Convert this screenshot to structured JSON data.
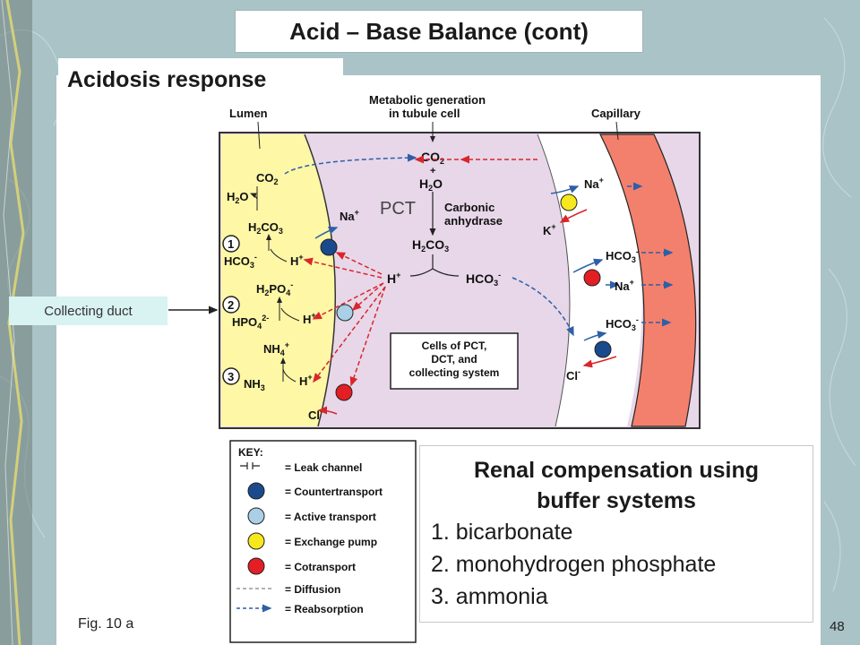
{
  "slide": {
    "title": "Acid – Base Balance (cont)",
    "subtitle": "Acidosis response",
    "callout": "Collecting duct",
    "pct_label": "PCT",
    "fig_label": "Fig. 10 a",
    "page_number": "48"
  },
  "diagram": {
    "lumen_label": "Lumen",
    "metabolic_label_1": "Metabolic generation",
    "metabolic_label_2": "in tubule cell",
    "capillary_label": "Capillary",
    "carbonic_1": "Carbonic",
    "carbonic_2": "anhydrase",
    "cells_label_1": "Cells of PCT,",
    "cells_label_2": "DCT, and",
    "cells_label_3": "collecting system",
    "markers": [
      "1",
      "2",
      "3"
    ],
    "colors": {
      "lumen": "#fdf7a6",
      "cell": "#e7d7e9",
      "capillary": "#f3806c",
      "countertransport": "#1a4a8c",
      "active_transport": "#a9d0e6",
      "exchange_pump": "#f6e81c",
      "cotransport": "#e31e24",
      "reabsorption": "#2e5fa8",
      "red_arrow": "#d9262b"
    }
  },
  "key": {
    "title": "KEY:",
    "items": [
      {
        "label": "= Leak channel",
        "type": "leak"
      },
      {
        "label": "= Countertransport",
        "type": "countertransport"
      },
      {
        "label": "= Active transport",
        "type": "active"
      },
      {
        "label": "= Exchange pump",
        "type": "exchange"
      },
      {
        "label": "= Cotransport",
        "type": "cotransport"
      },
      {
        "label": "= Diffusion",
        "type": "diffusion"
      },
      {
        "label": "= Reabsorption",
        "type": "reabsorption"
      }
    ]
  },
  "renal": {
    "title_line1": "Renal compensation using",
    "title_line2": "buffer systems",
    "items": [
      "1. bicarbonate",
      "2. monohydrogen phosphate",
      "3. ammonia"
    ]
  }
}
